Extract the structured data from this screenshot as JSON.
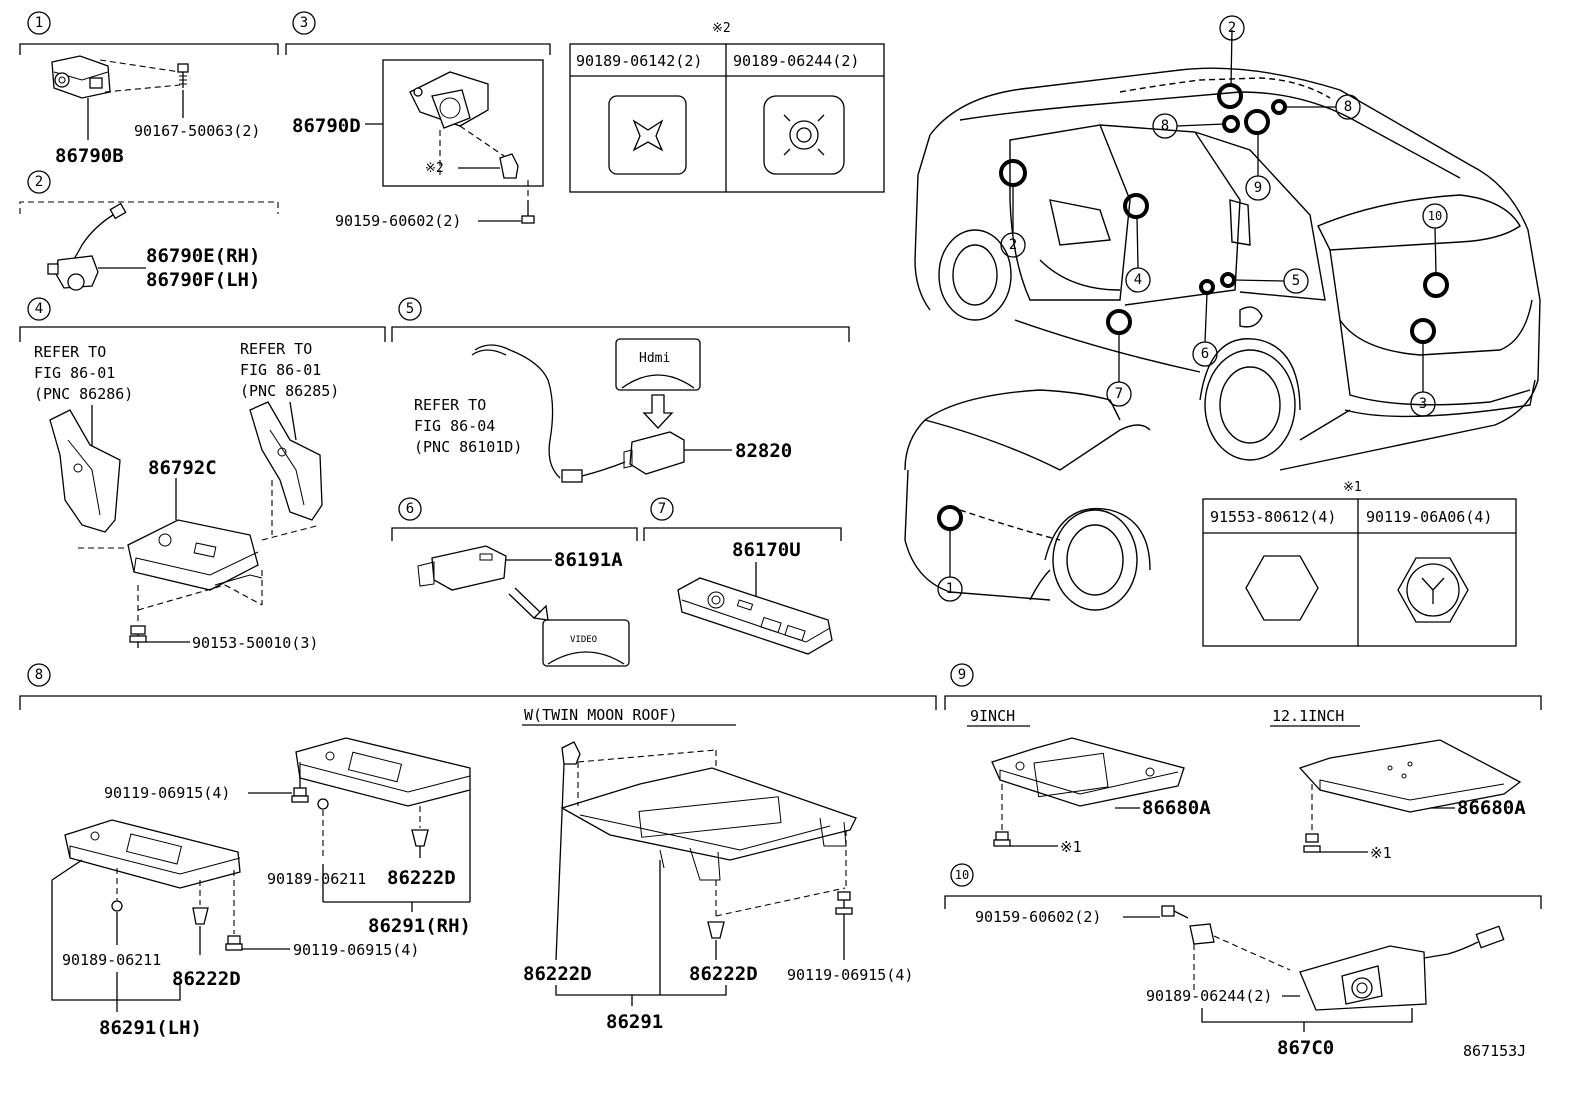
{
  "drawing_code": "867153J",
  "sections": {
    "s1": {
      "num": "1",
      "parts": {
        "camera": "86790B",
        "screw": "90167-50063(2)"
      }
    },
    "s2": {
      "num": "2",
      "parts": {
        "rh": "86790E(RH)",
        "lh": "86790F(LH)"
      }
    },
    "s3": {
      "num": "3",
      "parts": {
        "camera": "86790D",
        "note": "※2",
        "screw": "90159-60602(2)"
      }
    },
    "s4": {
      "num": "4",
      "refer_left": [
        "REFER TO",
        "FIG 86-01",
        "(PNC 86286)"
      ],
      "refer_right": [
        "REFER TO",
        "FIG 86-01",
        "(PNC 86285)"
      ],
      "parts": {
        "module": "86792C",
        "screw": "90153-50010(3)"
      }
    },
    "s5": {
      "num": "5",
      "refer": [
        "REFER TO",
        "FIG 86-04",
        "(PNC 86101D)"
      ],
      "parts": {
        "hdmi": "82820"
      },
      "hdmi_label": "Hdmi"
    },
    "s6": {
      "num": "6",
      "parts": {
        "video": "86191A"
      },
      "video_label": "VIDEO"
    },
    "s7": {
      "num": "7",
      "parts": {
        "remote": "86170U"
      }
    },
    "s8": {
      "num": "8",
      "variant": "W(TWIN MOON ROOF)",
      "parts": {
        "bolt_rh": "90119-06915(4)",
        "clip_rh": "90189-06211",
        "hook_rh": "86222D",
        "bracket_rh": "86291(RH)",
        "clip_lh": "90189-06211",
        "hook_lh": "86222D",
        "bolt_lh": "90119-06915(4)",
        "bracket_lh": "86291(LH)",
        "hook_w1": "86222D",
        "hook_w2": "86222D",
        "bolt_w": "90119-06915(4)",
        "bracket_w": "86291"
      }
    },
    "s9": {
      "num": "9",
      "left_label": "9INCH",
      "right_label": "12.1INCH",
      "parts": {
        "disp_left": "86680A",
        "disp_right": "86680A",
        "note_left": "※1",
        "note_right": "※1"
      }
    },
    "s10": {
      "num": "10",
      "parts": {
        "screw": "90159-60602(2)",
        "clip": "90189-06244(2)",
        "camera": "867C0"
      }
    }
  },
  "table_note2": {
    "mark": "※2",
    "headers": [
      "90189-06142(2)",
      "90189-06244(2)"
    ]
  },
  "table_note1": {
    "mark": "※1",
    "headers": [
      "91553-80612(4)",
      "90119-06A06(4)"
    ]
  },
  "callouts": {
    "c2top": "2",
    "c8a": "8",
    "c8b": "8",
    "c9": "9",
    "c2left": "2",
    "c4": "4",
    "c5": "5",
    "c6": "6",
    "c7": "7",
    "c10": "10",
    "c3": "3",
    "c1": "1"
  }
}
